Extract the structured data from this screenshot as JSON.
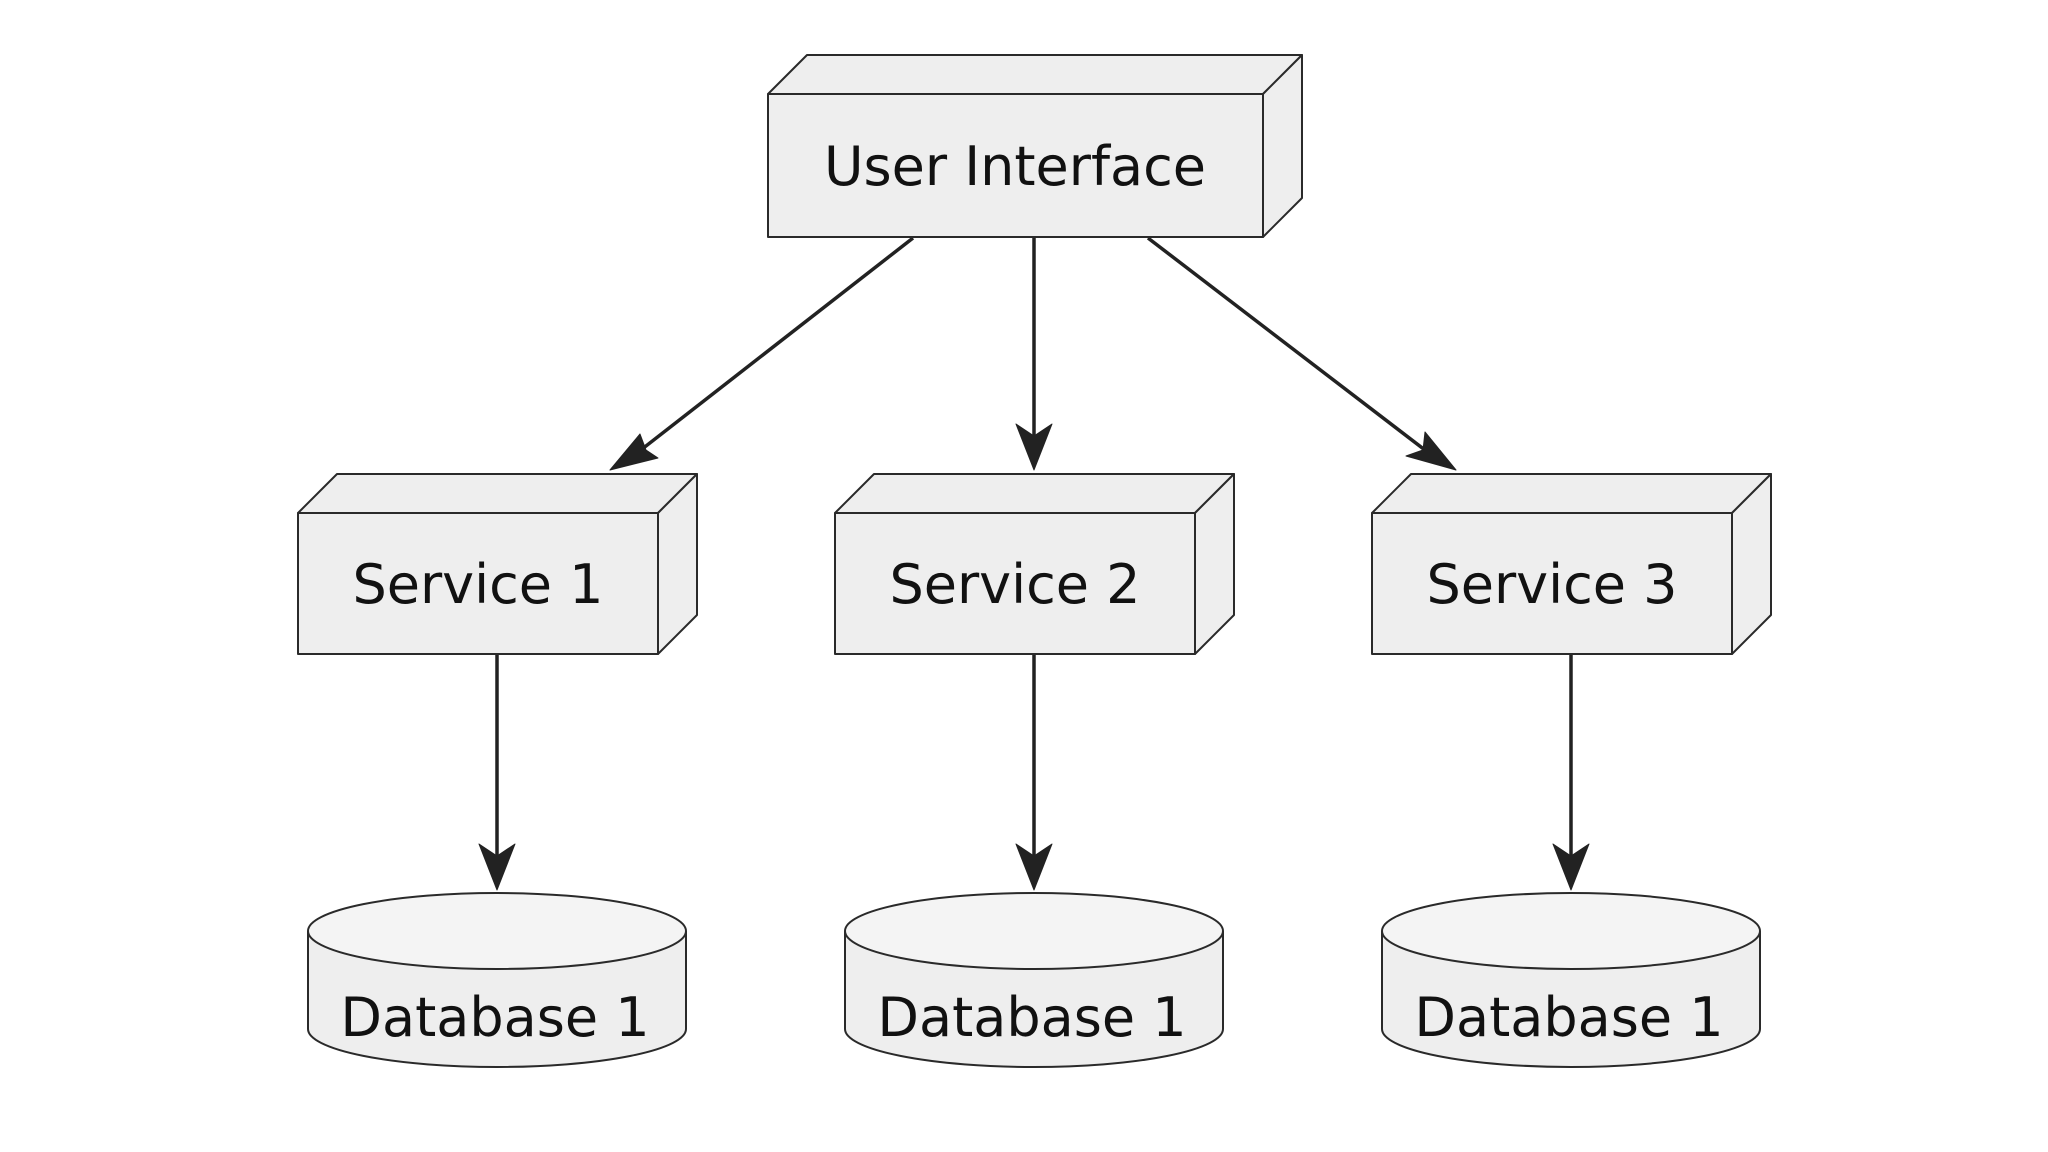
{
  "nodes": {
    "ui": {
      "label": "User Interface",
      "shape": "3d-box"
    },
    "service1": {
      "label": "Service 1",
      "shape": "3d-box"
    },
    "service2": {
      "label": "Service 2",
      "shape": "3d-box"
    },
    "service3": {
      "label": "Service 3",
      "shape": "3d-box"
    },
    "db1": {
      "label": "Database 1",
      "shape": "cylinder"
    },
    "db2": {
      "label": "Database 1",
      "shape": "cylinder"
    },
    "db3": {
      "label": "Database 1",
      "shape": "cylinder"
    }
  },
  "edges": [
    {
      "from": "ui",
      "to": "service1"
    },
    {
      "from": "ui",
      "to": "service2"
    },
    {
      "from": "ui",
      "to": "service3"
    },
    {
      "from": "service1",
      "to": "db1"
    },
    {
      "from": "service2",
      "to": "db2"
    },
    {
      "from": "service3",
      "to": "db3"
    }
  ],
  "colors": {
    "node_fill": "#eeeeee",
    "stroke": "#2a2a2a",
    "edge": "#222222",
    "background": "#ffffff"
  }
}
